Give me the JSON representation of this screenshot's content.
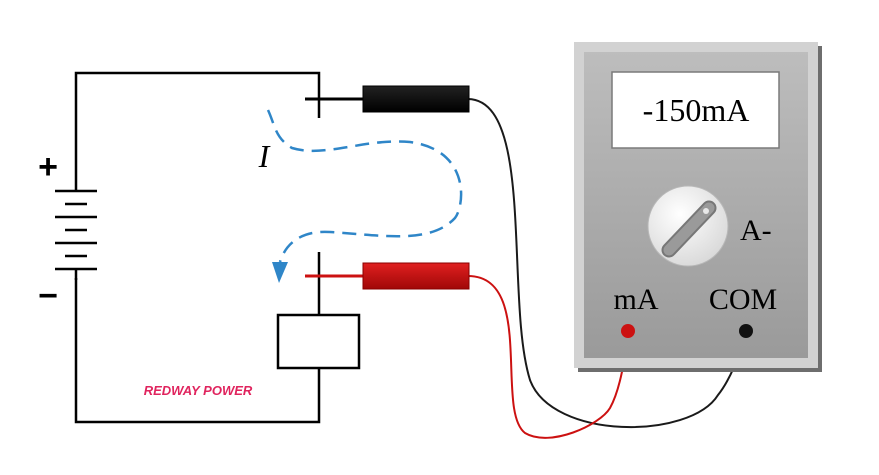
{
  "circuit": {
    "plus_sign": "+",
    "minus_sign": "−",
    "current_label": "I",
    "brand_logo": "REDWAY POWER"
  },
  "meter": {
    "display_value": "-150mA",
    "range_label": "A-",
    "port_ma_label": "mA",
    "port_com_label": "COM"
  },
  "colors": {
    "current_arrow": "#2f86c8",
    "red_probe": "#cc1111",
    "black_probe": "#111111",
    "logo": "#e0245e",
    "meter_body": "#a8a8a8"
  }
}
